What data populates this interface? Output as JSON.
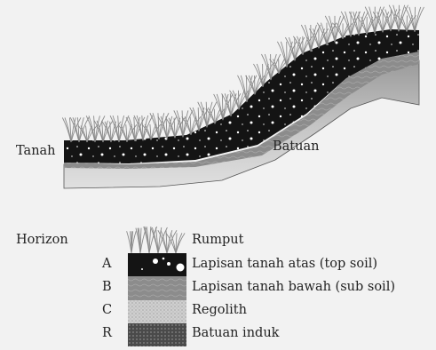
{
  "diagram": {
    "label_tanah": "Tanah",
    "label_batuan": "Batuan",
    "horizon_title": "Horizon",
    "legend": [
      {
        "letter": "",
        "text": "Rumput",
        "swatch": "grass"
      },
      {
        "letter": "A",
        "text": "Lapisan tanah atas (top soil)",
        "swatch": "topsoil"
      },
      {
        "letter": "B",
        "text": "Lapisan tanah bawah (sub soil)",
        "swatch": "subsoil"
      },
      {
        "letter": "C",
        "text": "Regolith",
        "swatch": "regolith"
      },
      {
        "letter": "R",
        "text": "Batuan induk",
        "swatch": "bedrock"
      }
    ]
  },
  "colors": {
    "background": "#f2f2f2",
    "topsoil": "#141414",
    "subsoil": "#8c8c8c",
    "regolith": "#c8c8c8",
    "bedrock": "#5a5a5a",
    "grass": "#8a8a8a"
  }
}
